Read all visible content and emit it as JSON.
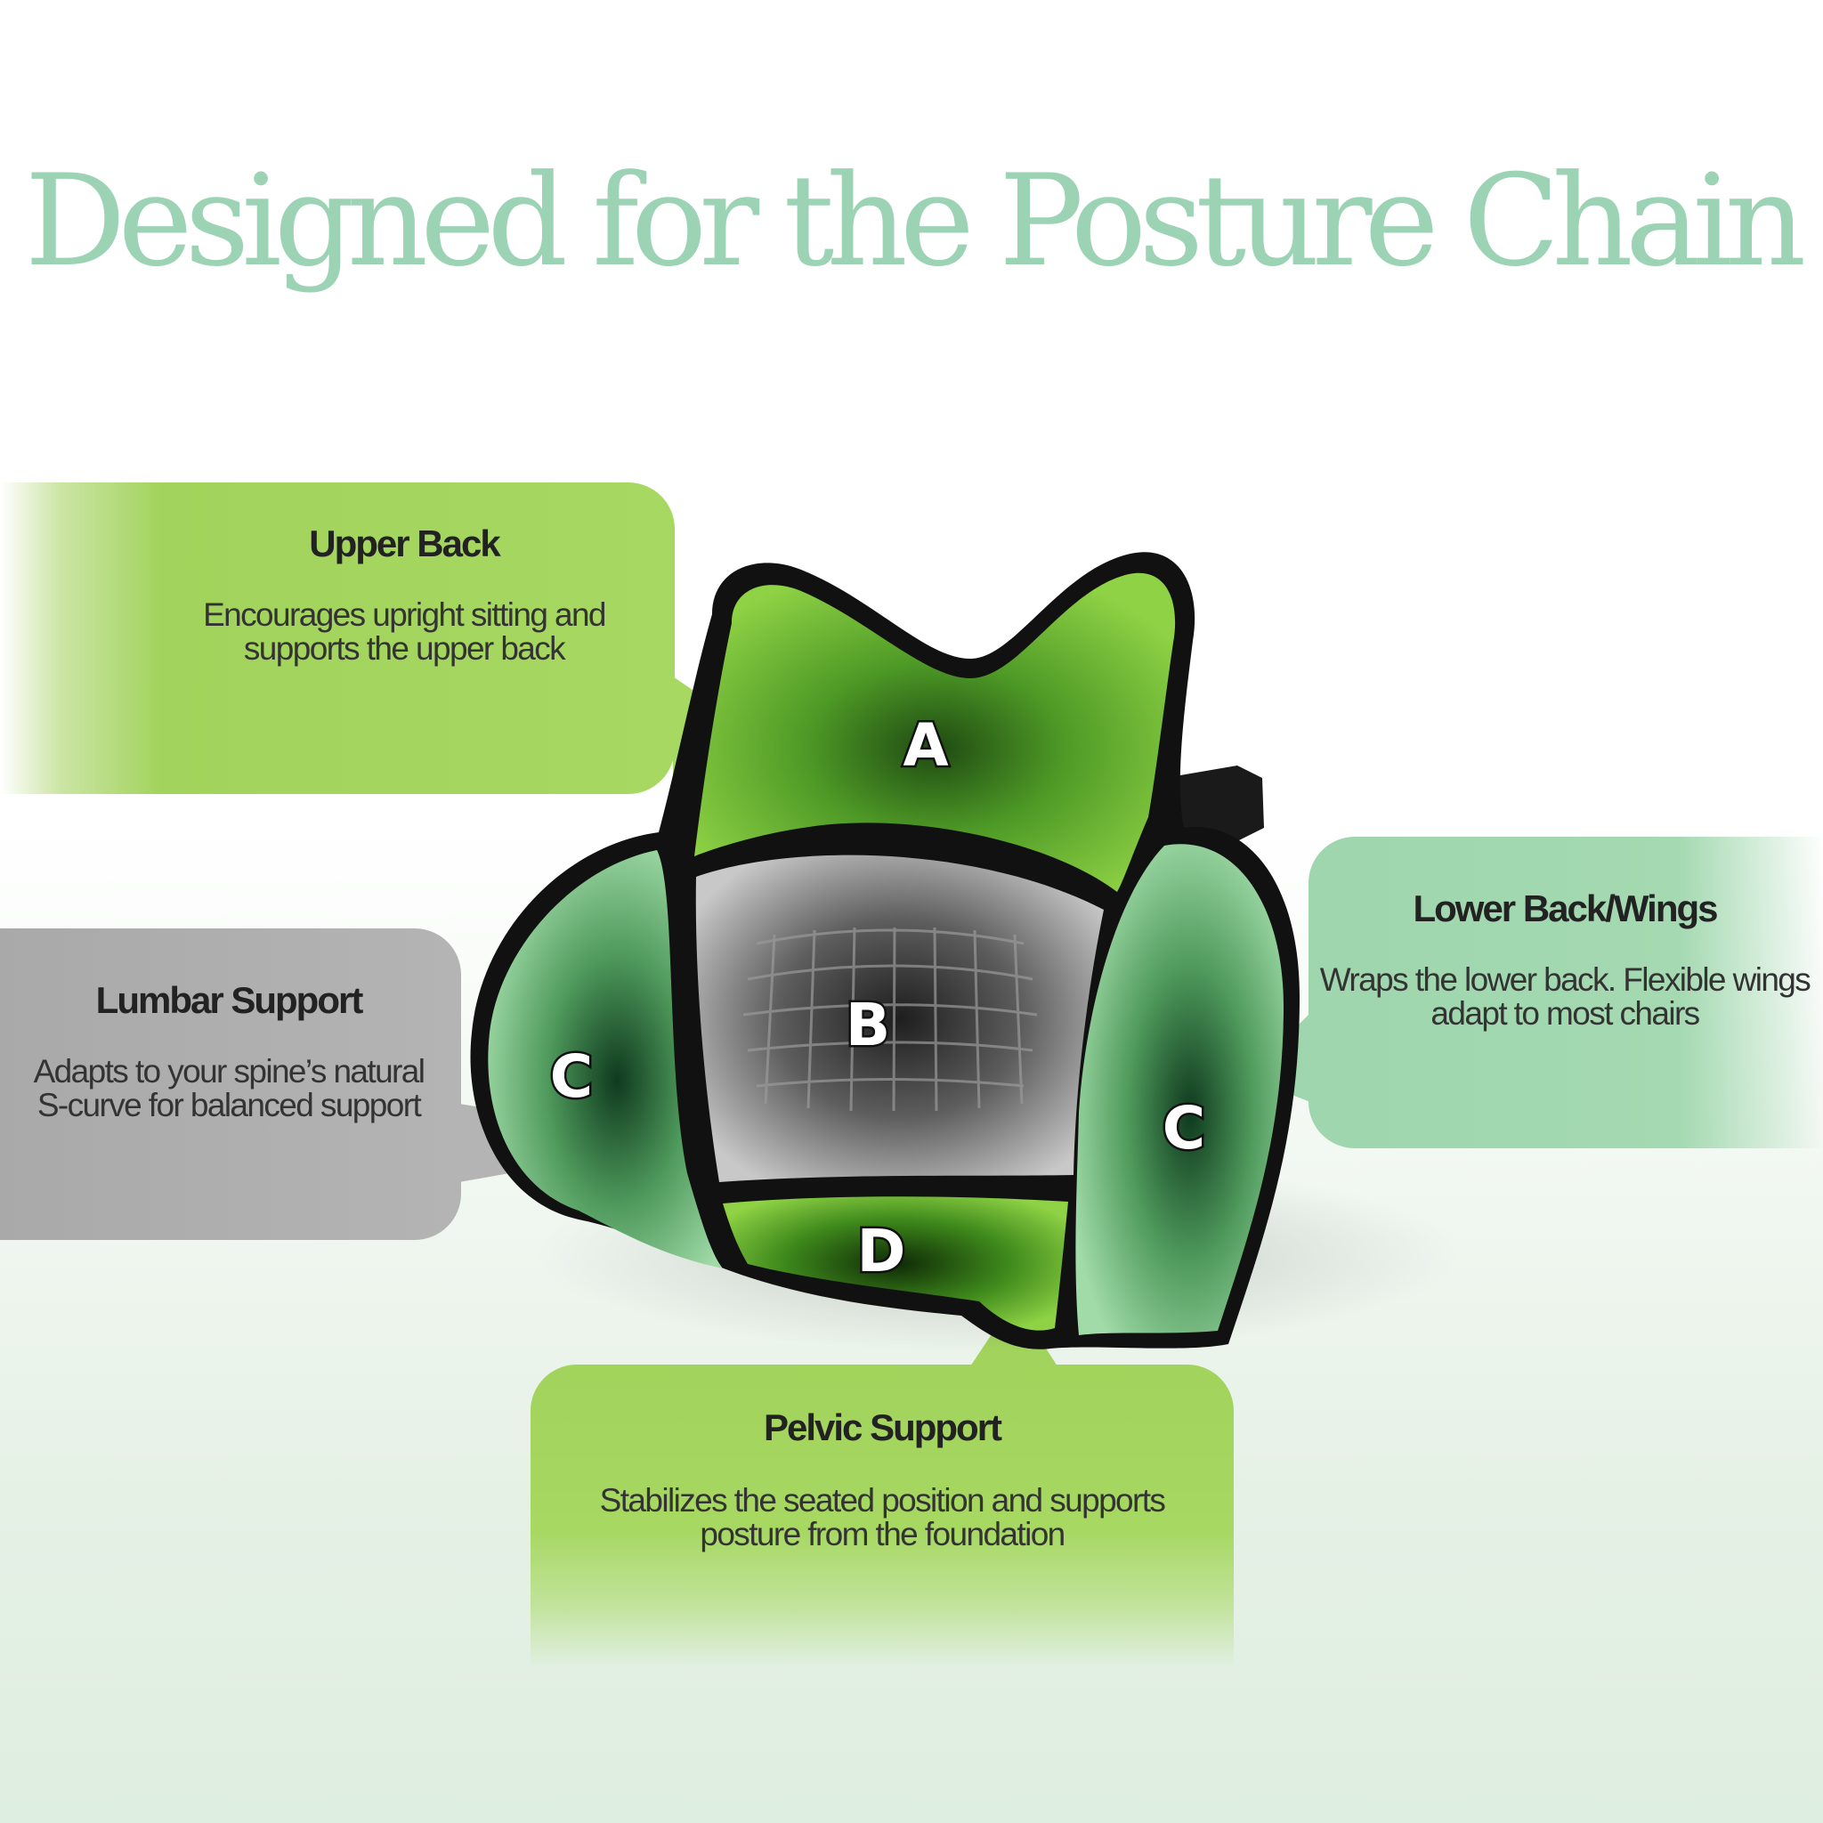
{
  "title": "Designed for the Posture Chain",
  "callouts": {
    "upper_back": {
      "heading": "Upper Back",
      "description": "Encourages upright sitting and supports the upper back",
      "color": "#a6d862"
    },
    "lumbar_support": {
      "heading": "Lumbar Support",
      "description": "Adapts to your spine’s natural S-curve for balanced support",
      "color": "#b0b0b0"
    },
    "lower_back_wings": {
      "heading": "Lower Back/Wings",
      "description": "Wraps the lower back. Flexible wings adapt to most chairs",
      "color": "#a1d7ae"
    },
    "pelvic_support": {
      "heading": "Pelvic Support",
      "description": "Stabilizes the seated position and supports posture from the foundation",
      "color": "#a6d862"
    }
  },
  "zones": {
    "a": "A",
    "b": "B",
    "c_left": "C",
    "c_right": "C",
    "d": "D"
  },
  "colors": {
    "title": "#9dd3b5",
    "zone_green": "#8fd245",
    "zone_mint": "#8fd49a",
    "zone_gray": "#9c9c9c",
    "outline": "#111111"
  }
}
